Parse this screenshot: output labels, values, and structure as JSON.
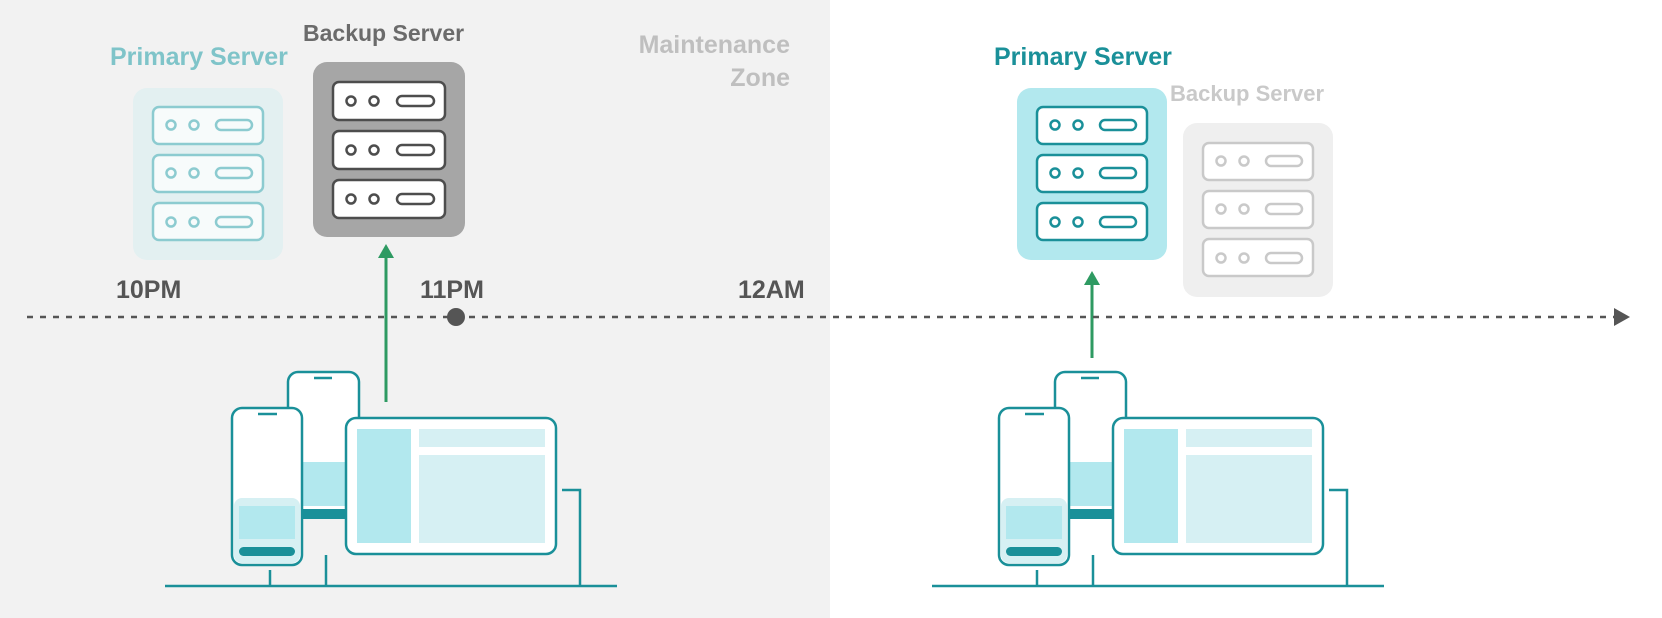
{
  "colors": {
    "zone_background": "#f2f2f2",
    "primary_teal": "#1a9099",
    "primary_teal_faded": "#7fc4c9",
    "teal_fill": "#b2e8ee",
    "teal_fill_light": "#d6f0f3",
    "backup_active_gray": "#6b6b6b",
    "backup_inactive_gray": "#c9c9c9",
    "arrow_green": "#2e9a62",
    "timeline_gray": "#555555"
  },
  "zone": {
    "label_line1": "Maintenance",
    "label_line2": "Zone"
  },
  "timeline": {
    "times": [
      "10PM",
      "11PM",
      "12AM"
    ],
    "current_marker": "11PM"
  },
  "states": [
    {
      "id": "during-maintenance",
      "primary_label": "Primary Server",
      "primary_state": "inactive",
      "backup_label": "Backup Server",
      "backup_state": "active",
      "traffic_target": "backup"
    },
    {
      "id": "after-maintenance",
      "primary_label": "Primary Server",
      "primary_state": "active",
      "backup_label": "Backup Server",
      "backup_state": "inactive",
      "traffic_target": "primary"
    }
  ],
  "icons": {
    "server": "server-rack-icon",
    "devices": "client-devices-icon",
    "traffic": "arrow-up-icon"
  }
}
